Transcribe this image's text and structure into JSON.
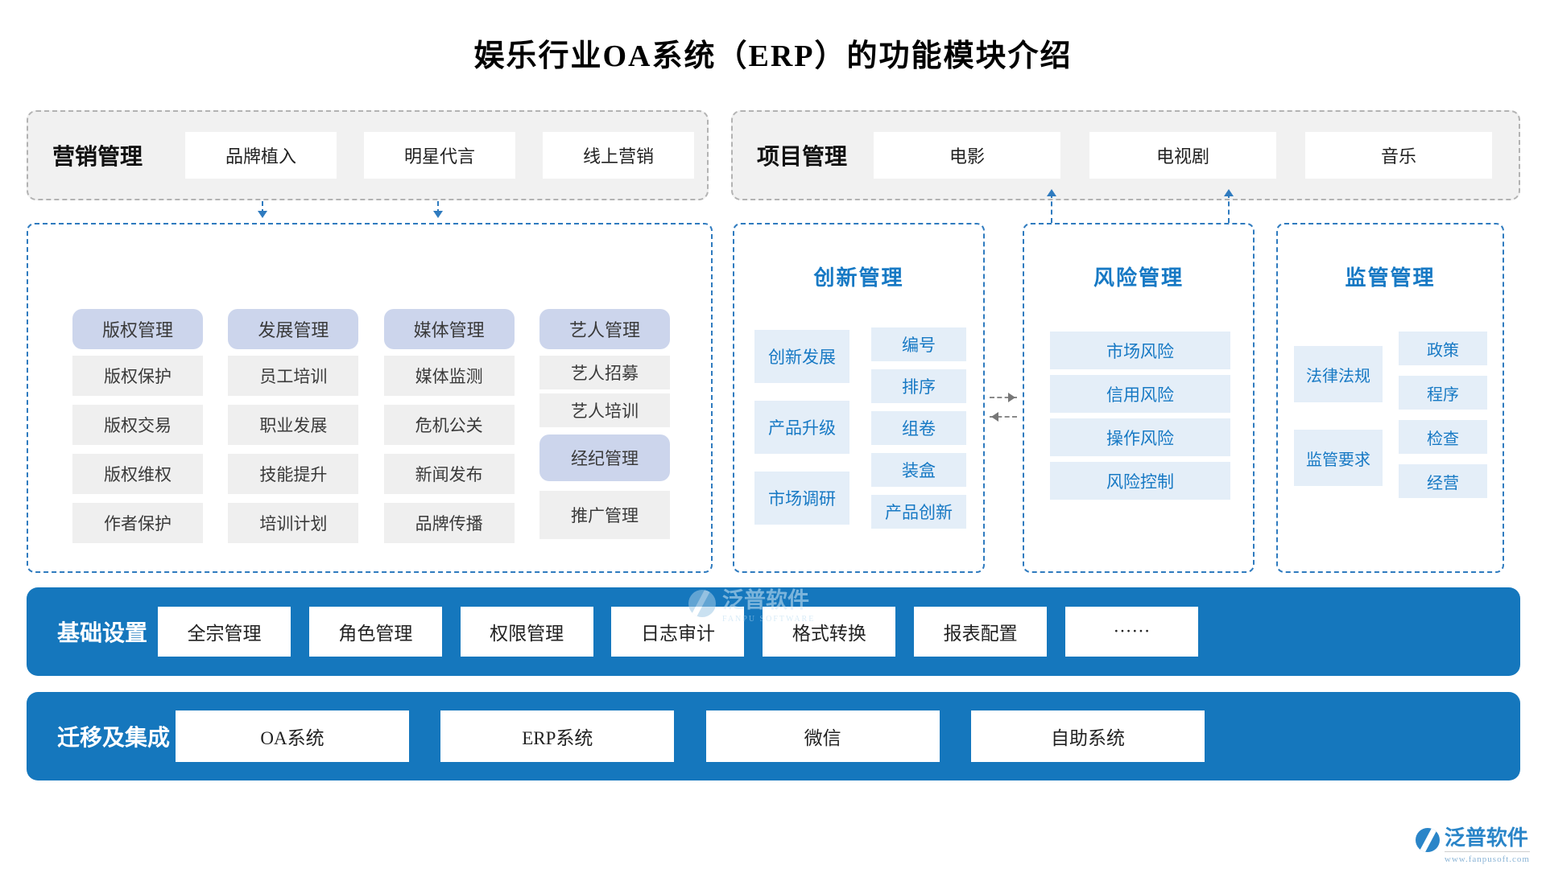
{
  "title": "娱乐行业OA系统（ERP）的功能模块介绍",
  "marketing": {
    "label": "营销管理",
    "items": [
      "品牌植入",
      "明星代言",
      "线上营销"
    ]
  },
  "project": {
    "label": "项目管理",
    "items": [
      "电影",
      "电视剧",
      "音乐"
    ]
  },
  "matrix": {
    "columns": [
      {
        "header": "版权管理",
        "cells": [
          "版权保护",
          "版权交易",
          "版权维权",
          "作者保护"
        ]
      },
      {
        "header": "发展管理",
        "cells": [
          "员工培训",
          "职业发展",
          "技能提升",
          "培训计划"
        ]
      },
      {
        "header": "媒体管理",
        "cells": [
          "媒体监测",
          "危机公关",
          "新闻发布",
          "品牌传播"
        ]
      },
      {
        "header": "艺人管理",
        "cells": [
          "艺人招募",
          "艺人培训",
          "经纪管理",
          "推广管理"
        ]
      }
    ]
  },
  "innovation": {
    "title": "创新管理",
    "left_items": [
      "创新发展",
      "产品升级",
      "市场调研"
    ],
    "right_items": [
      "编号",
      "排序",
      "组卷",
      "装盒",
      "产品创新"
    ]
  },
  "risk": {
    "title": "风险管理",
    "items": [
      "市场风险",
      "信用风险",
      "操作风险",
      "风险控制"
    ]
  },
  "regulation": {
    "title": "监管管理",
    "left_items": [
      "法律法规",
      "监管要求"
    ],
    "right_items": [
      "政策",
      "程序",
      "检查",
      "经营"
    ]
  },
  "basic": {
    "label": "基础设置",
    "items": [
      "全宗管理",
      "角色管理",
      "权限管理",
      "日志审计",
      "格式转换",
      "报表配置",
      "······"
    ]
  },
  "migration": {
    "label": "迁移及集成",
    "items": [
      "OA系统",
      "ERP系统",
      "微信",
      "自助系统"
    ]
  },
  "watermark": {
    "brand": "泛普软件",
    "brand_en": "FANPU SOFTWARE",
    "url": "www.fanpusoft.com"
  },
  "colors": {
    "accent_blue": "#1779c4",
    "bar_blue": "#1577bd",
    "dashed_border_blue": "#2f7bbf",
    "header_periwinkle": "#ccd5ec",
    "cell_gray": "#efefef",
    "cell_light_blue": "#e4eef8"
  }
}
